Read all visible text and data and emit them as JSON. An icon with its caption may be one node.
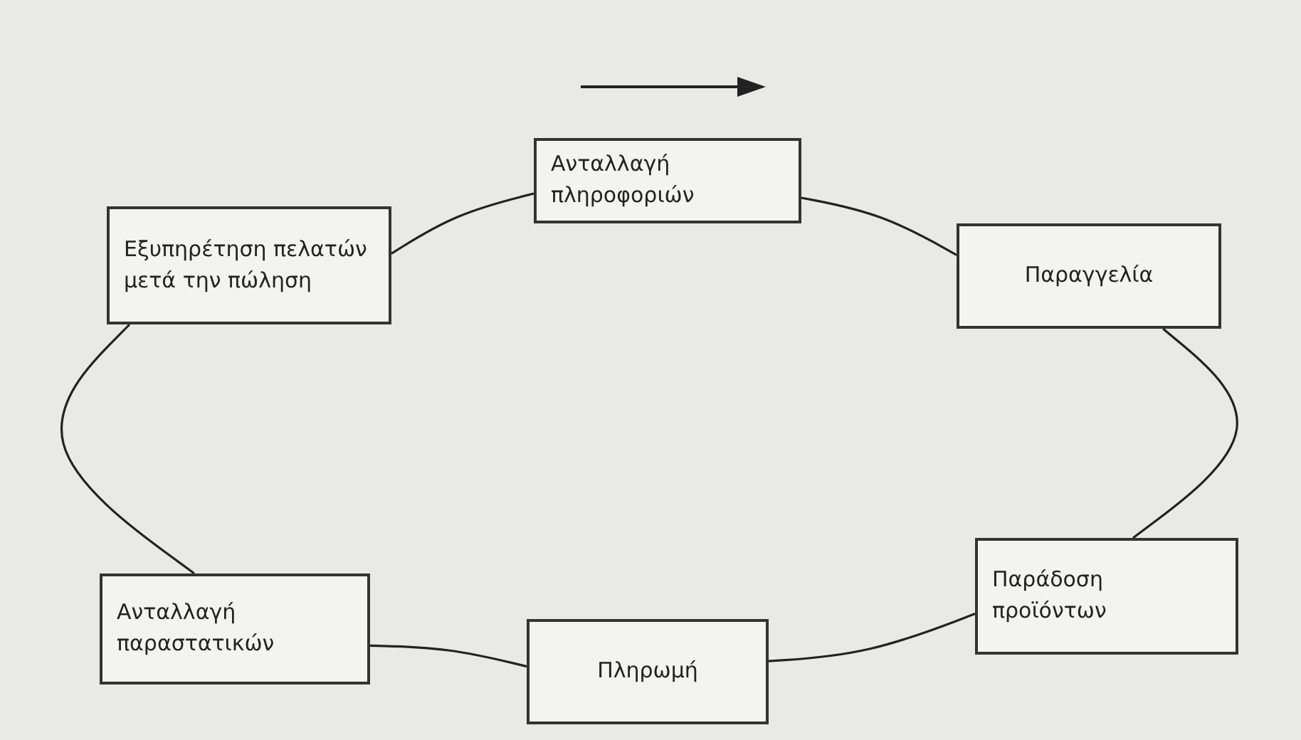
{
  "diagram": {
    "nodes": [
      {
        "text": [
          "Ανταλλαγή πληροφοριών"
        ]
      },
      {
        "text": [
          "Εξυπηρέτηση πελατών μετά την πώληση"
        ]
      },
      {
        "text": [
          "Παραγγελία"
        ]
      },
      {
        "text": [
          "Ανταλλαγή παραστατικών"
        ]
      },
      {
        "text": [
          "Πληρωμή"
        ]
      },
      {
        "text": [
          "Παράδοση προϊόντων"
        ]
      }
    ],
    "edges": [
      {
        "from": 1,
        "to": 0,
        "arrow": "none"
      },
      {
        "from": 0,
        "to": 2,
        "arrow": "none"
      },
      {
        "from": 2,
        "to": 5,
        "arrow": "none"
      },
      {
        "from": 5,
        "to": 4,
        "arrow": "none"
      },
      {
        "from": 4,
        "to": 3,
        "arrow": "none"
      },
      {
        "from": 3,
        "to": 1,
        "arrow": "none"
      }
    ]
  }
}
